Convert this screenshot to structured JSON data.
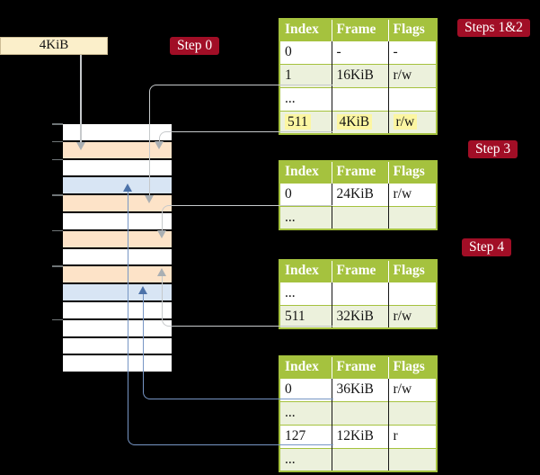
{
  "source_box": {
    "label": "4KiB"
  },
  "step_labels": {
    "step0": "Step 0",
    "steps12": "Steps 1&2",
    "step3": "Step 3",
    "step4": "Step 4"
  },
  "memory_stack": {
    "rows": [
      "white",
      "peach",
      "white",
      "blue",
      "peach",
      "white",
      "peach",
      "white",
      "peach",
      "blue",
      "white",
      "white",
      "white",
      "white"
    ]
  },
  "tables": [
    {
      "name": "page-table-steps-1-2",
      "headers": [
        "Index",
        "Frame",
        "Flags"
      ],
      "rows": [
        {
          "cells": [
            "0",
            "-",
            "-"
          ],
          "shaded": false,
          "highlighted": false
        },
        {
          "cells": [
            "1",
            "16KiB",
            "r/w"
          ],
          "shaded": true,
          "highlighted": false
        },
        {
          "cells": [
            "...",
            "",
            ""
          ],
          "shaded": false,
          "highlighted": false
        },
        {
          "cells": [
            "511",
            "4KiB",
            "r/w"
          ],
          "shaded": true,
          "highlighted": true
        }
      ]
    },
    {
      "name": "page-table-step-3",
      "headers": [
        "Index",
        "Frame",
        "Flags"
      ],
      "rows": [
        {
          "cells": [
            "0",
            "24KiB",
            "r/w"
          ],
          "shaded": false,
          "highlighted": false
        },
        {
          "cells": [
            "...",
            "",
            ""
          ],
          "shaded": true,
          "highlighted": false
        }
      ]
    },
    {
      "name": "page-table-step-4-upper",
      "headers": [
        "Index",
        "Frame",
        "Flags"
      ],
      "rows": [
        {
          "cells": [
            "...",
            "",
            ""
          ],
          "shaded": false,
          "highlighted": false
        },
        {
          "cells": [
            "511",
            "32KiB",
            "r/w"
          ],
          "shaded": true,
          "highlighted": false
        }
      ]
    },
    {
      "name": "page-table-step-4-lower",
      "headers": [
        "Index",
        "Frame",
        "Flags"
      ],
      "rows": [
        {
          "cells": [
            "0",
            "36KiB",
            "r/w"
          ],
          "shaded": false,
          "highlighted": false
        },
        {
          "cells": [
            "...",
            "",
            ""
          ],
          "shaded": true,
          "highlighted": false
        },
        {
          "cells": [
            "127",
            "12KiB",
            "r"
          ],
          "shaded": false,
          "highlighted": false
        },
        {
          "cells": [
            "...",
            "",
            ""
          ],
          "shaded": true,
          "highlighted": false
        }
      ]
    }
  ],
  "connectors": [
    {
      "from": "source-box-4kib",
      "to": "stack-peach-row-2",
      "color": "gray"
    },
    {
      "from": "table1-row-1",
      "to": "stack-peach-row-5",
      "color": "gray"
    },
    {
      "from": "table1-row-511",
      "to": "stack-peach-row-2",
      "color": "gray"
    },
    {
      "from": "table2-row-0",
      "to": "stack-peach-row-7",
      "color": "gray"
    },
    {
      "from": "table3-row-511",
      "to": "stack-peach-row-9",
      "color": "gray"
    },
    {
      "from": "table4-row-0",
      "to": "stack-blue-row-10",
      "color": "blue"
    },
    {
      "from": "table4-row-127",
      "to": "stack-blue-row-4",
      "color": "blue"
    }
  ],
  "colors": {
    "background": "#000000",
    "table_header_green": "#A5C23E",
    "table_shaded_row": "#ECF1DC",
    "highlight_yellow": "#FCF6A2",
    "step_badge_red": "#A10E26",
    "source_box_cream": "#FBEFCA",
    "stack_peach": "#FDE3C8",
    "stack_blue": "#D8E5F4",
    "gray_connector": "#C6C9CB",
    "blue_connector": "#7796C5"
  }
}
